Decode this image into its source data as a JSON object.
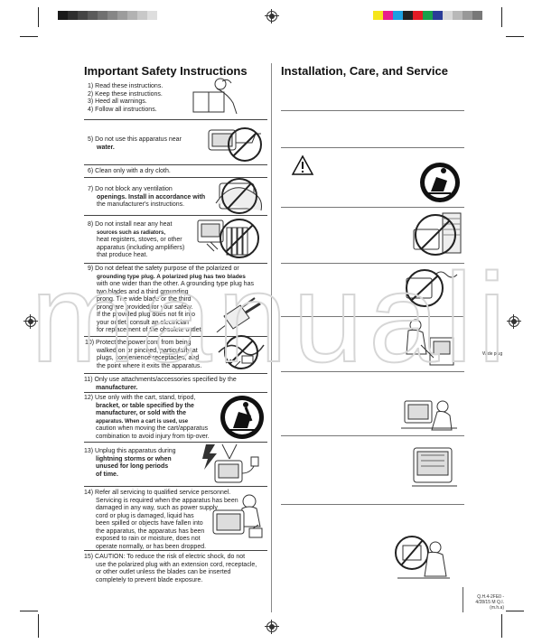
{
  "color_bar_left": [
    "#1a1a1a",
    "#2e2e2e",
    "#444444",
    "#5a5a5a",
    "#707070",
    "#868686",
    "#9c9c9c",
    "#b2b2b2",
    "#c8c8c8",
    "#dedede"
  ],
  "color_bar_right": [
    "#f5e51c",
    "#e81e8b",
    "#1c9fe0",
    "#222222",
    "#e21b24",
    "#1aa04a",
    "#2a3c98",
    "#d8d8d8",
    "#b8b8b8",
    "#989898",
    "#787878"
  ],
  "left": {
    "title": "Important Safety Instructions",
    "items": [
      {
        "l1": "1) Read these instructions.",
        "l2": "2) Keep these instructions.",
        "l3": "3) Heed all warnings.",
        "l4": "4) Follow all instructions."
      },
      {
        "l1": "5) Do not use this apparatus near",
        "l2": "water."
      },
      {
        "l1": "6) Clean only with a dry cloth."
      },
      {
        "l1": "7) Do not block any ventilation",
        "l2": "openings. Install in accordance with",
        "l3": "the manufacturer's instructions."
      },
      {
        "l1": "8) Do not install near any heat",
        "l2": "sources such as radiators,",
        "l3": "heat registers, stoves, or other",
        "l4": "apparatus (including amplifiers)",
        "l5": "that produce heat."
      },
      {
        "l1": "9) Do not defeat the safety purpose of the polarized or",
        "l2": "grounding type plug. A polarized plug has two blades",
        "l3": "with one wider than the other. A grounding type plug has",
        "l4": "two blades and a third grounding",
        "l5": "prong. The wide blade or the third",
        "l6": "prong are provided for your safety.",
        "l7": "If the provided plug does not fit into",
        "l8": "your outlet, consult an electrician",
        "l9": "for replacement of the obsolete outlet."
      },
      {
        "l1": "10) Protect the power cord from being",
        "l2": "walked on or pinched, particularly at",
        "l3": "plugs, convenience receptacles, and",
        "l4": "the point where it exits the apparatus."
      },
      {
        "l1": "11) Only use attachments/accessories specified by the",
        "l2": "manufacturer."
      },
      {
        "l1": "12) Use only with the cart, stand, tripod,",
        "l2": "bracket, or table specified by the",
        "l3": "manufacturer, or sold with the",
        "l4": "apparatus. When a cart is used, use",
        "l5": "caution when moving the cart/apparatus",
        "l6": "combination to avoid injury from tip-over."
      },
      {
        "l1": "13) Unplug this apparatus during",
        "l2": "lightning storms or when",
        "l3": "unused for long periods",
        "l4": "of time."
      },
      {
        "l1": "14) Refer all servicing to qualified service personnel.",
        "l2": "Servicing is required when the apparatus has been",
        "l3": "damaged in any way, such as power supply",
        "l4": "cord or plug is damaged, liquid has",
        "l5": "been spilled or objects have fallen into",
        "l6": "the apparatus, the apparatus has been",
        "l7": "exposed to rain or moisture, does not",
        "l8": "operate normally, or has been dropped."
      },
      {
        "l1": "15) CAUTION: To reduce the risk of electric shock, do not",
        "l2": "use the polarized plug with an extension cord, receptacle,",
        "l3": "or other outlet unless the blades can be inserted",
        "l4": "completely to prevent blade exposure."
      }
    ]
  },
  "right": {
    "title": "Installation, Care, and Service",
    "wide_plug_label": "Wide plug",
    "footer_code": "Q.H.4-2FE0 - 4/28/15 M Q.I.(m.h.a)"
  },
  "watermark_text": "manuali"
}
